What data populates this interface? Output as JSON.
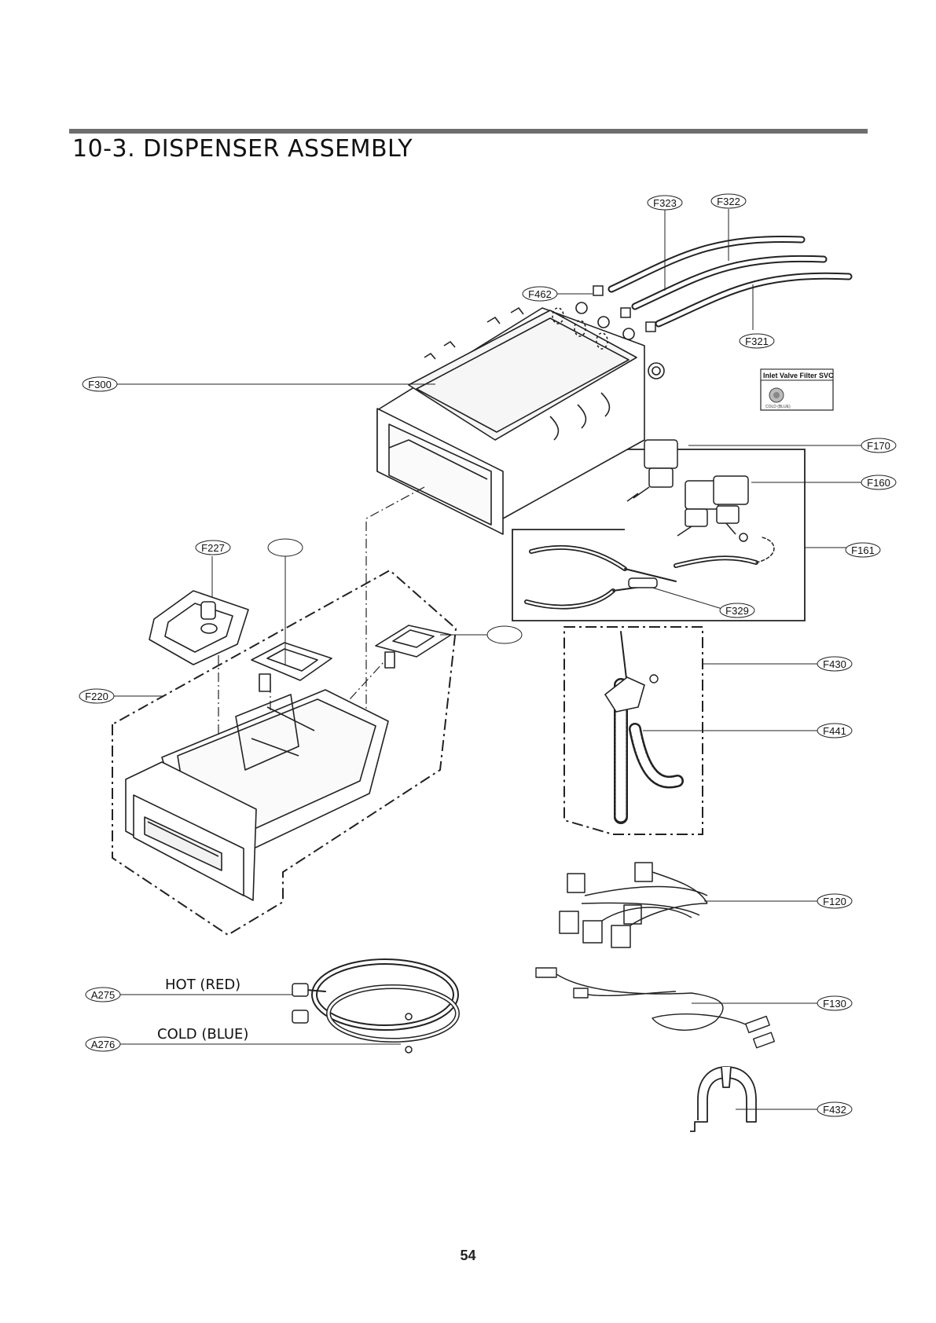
{
  "header": {
    "title": "10-3.  DISPENSER  ASSEMBLY"
  },
  "callouts": {
    "F323": "F323",
    "F322": "F322",
    "F462": "F462",
    "F321": "F321",
    "F300": "F300",
    "F170": "F170",
    "F160": "F160",
    "F161": "F161",
    "F227": "F227",
    "F329": "F329",
    "F430": "F430",
    "F220": "F220",
    "F441": "F441",
    "F120": "F120",
    "F130": "F130",
    "A275": "A275",
    "A276": "A276",
    "F432": "F432"
  },
  "hose_labels": {
    "hot": "HOT (RED)",
    "cold": "COLD (BLUE)"
  },
  "inset": {
    "title": "Inlet Valve Filter SVC",
    "caption": "COLD (BLUE)"
  },
  "footer": {
    "page_number": "54"
  }
}
